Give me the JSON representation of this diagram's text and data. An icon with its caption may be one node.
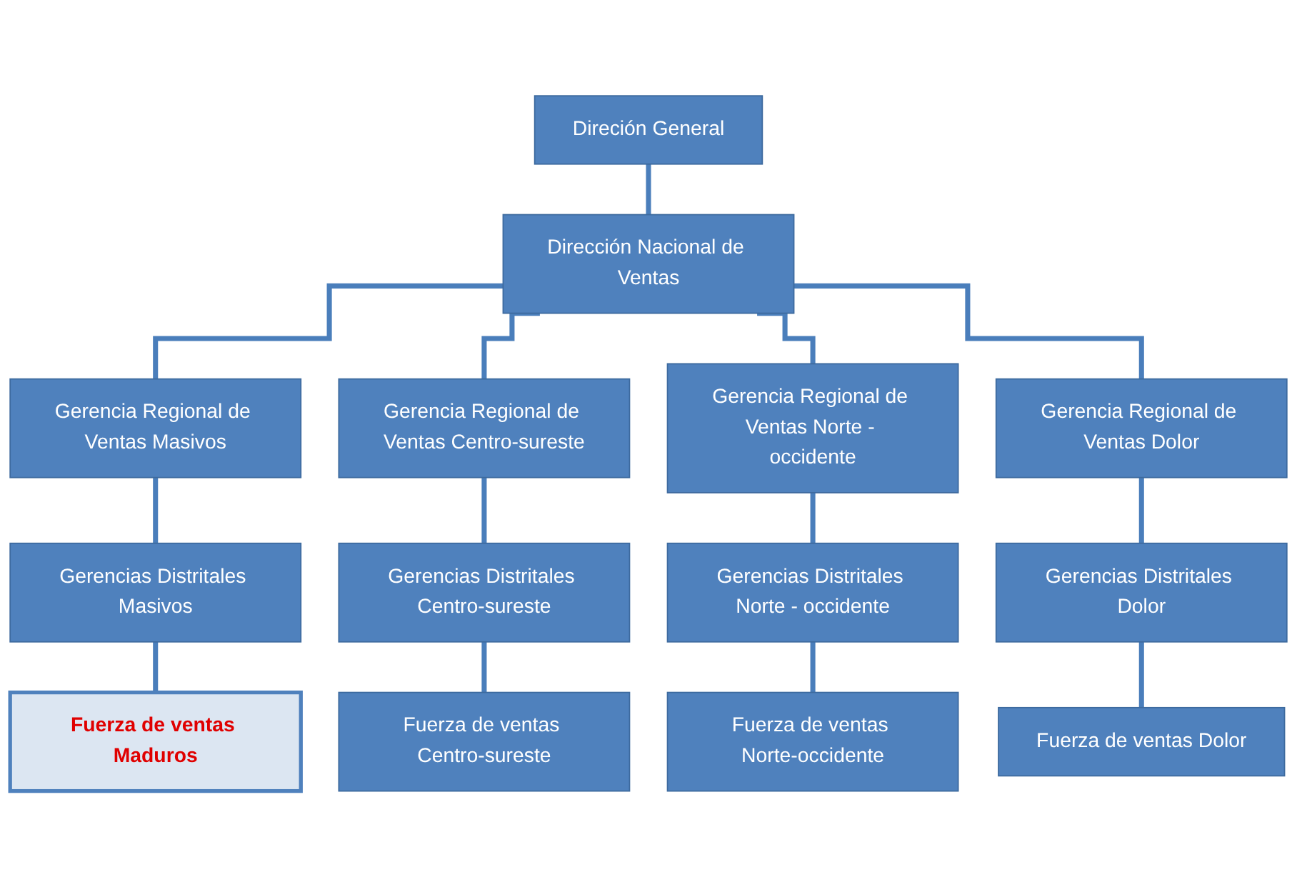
{
  "diagram": {
    "nodes": [
      {
        "text": [
          "Direción General"
        ]
      },
      {
        "text": [
          "Dirección Nacional de Ventas"
        ]
      },
      {
        "text": [
          "Gerencia Regional de Ventas Masivos"
        ]
      },
      {
        "text": [
          "Gerencia Regional de Ventas Centro-sureste"
        ]
      },
      {
        "text": [
          "Gerencia Regional de Ventas Norte - occidente"
        ]
      },
      {
        "text": [
          "Gerencia Regional de Ventas Dolor"
        ]
      },
      {
        "text": [
          "Gerencias Distritales Masivos"
        ]
      },
      {
        "text": [
          "Gerencias Distritales Centro-sureste"
        ]
      },
      {
        "text": [
          "Gerencias Distritales Norte - occidente"
        ]
      },
      {
        "text": [
          "Gerencias Distritales Dolor"
        ]
      },
      {
        "text": [
          "Fuerza de ventas Maduros"
        ]
      },
      {
        "text": [
          "Fuerza de ventas Centro-sureste"
        ]
      },
      {
        "text": [
          "Fuerza de ventas Norte-occidente"
        ]
      },
      {
        "text": [
          "Fuerza de ventas Dolor"
        ]
      }
    ],
    "edges": [
      {
        "from": 0,
        "to": 1,
        "arrow": "none"
      },
      {
        "from": 1,
        "to": 2,
        "arrow": "none"
      },
      {
        "from": 1,
        "to": 3,
        "arrow": "none"
      },
      {
        "from": 1,
        "to": 4,
        "arrow": "none"
      },
      {
        "from": 1,
        "to": 5,
        "arrow": "none"
      },
      {
        "from": 2,
        "to": 6,
        "arrow": "none"
      },
      {
        "from": 3,
        "to": 7,
        "arrow": "none"
      },
      {
        "from": 4,
        "to": 8,
        "arrow": "none"
      },
      {
        "from": 5,
        "to": 9,
        "arrow": "none"
      },
      {
        "from": 6,
        "to": 10,
        "arrow": "none"
      },
      {
        "from": 7,
        "to": 11,
        "arrow": "none"
      },
      {
        "from": 8,
        "to": 12,
        "arrow": "none"
      },
      {
        "from": 9,
        "to": 13,
        "arrow": "none"
      }
    ]
  }
}
